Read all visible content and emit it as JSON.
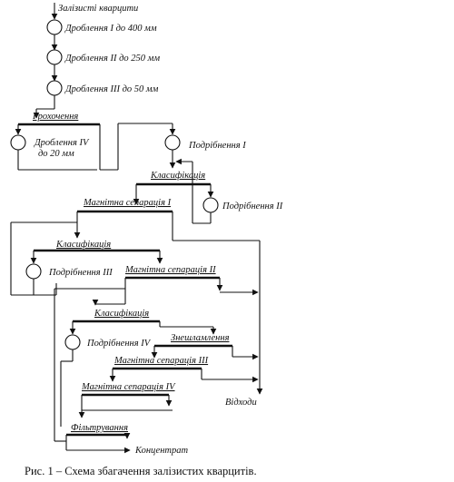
{
  "title": "Залізисті кварцити",
  "steps": {
    "crush1": "Дроблення I до 400 мм",
    "crush2": "Дроблення II до 250 мм",
    "crush3": "Дроблення III до 50 мм",
    "screening": "Грохочення",
    "crush4_line1": "Дроблення IV",
    "crush4_line2": "до 20 мм",
    "grind1": "Подрібнення I",
    "class1": "Класифікація",
    "grind2": "Подрібнення II",
    "magsep1": "Магнітна сепарація I",
    "class2": "Класифікація",
    "grind3": "Подрібнення III",
    "magsep2": "Магнітна сепарація II",
    "class3": "Класифікація",
    "grind4": "Подрібнення IV",
    "desliming": "Знешламлення",
    "magsep3": "Магнітна сепарація III",
    "magsep4": "Магнітна сепарація IV",
    "filtration": "Фільтрування",
    "concentrate": "Концентрат",
    "tailings": "Відходи"
  },
  "caption": "Рис. 1 – Схема збагачення залізистих кварцитів."
}
